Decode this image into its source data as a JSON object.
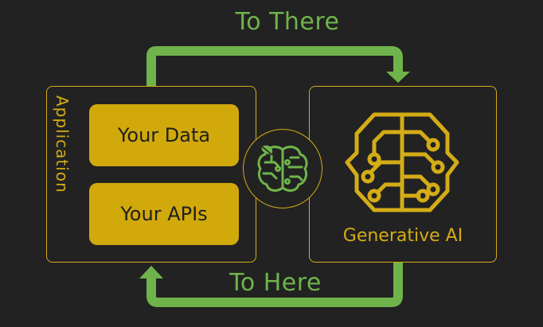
{
  "flow": {
    "top_label": "To There",
    "bottom_label": "To Here"
  },
  "application": {
    "label": "Application",
    "items": [
      "Your Data",
      "Your APIs"
    ]
  },
  "generative": {
    "label": "Generative AI"
  },
  "icons": {
    "center": "brain-leaf-icon",
    "right": "circuit-brain-icon"
  },
  "colors": {
    "background": "#222222",
    "accent_gold": "#d4ac16",
    "pill_fill": "#d1a90b",
    "arrow_green": "#6fb44a"
  }
}
